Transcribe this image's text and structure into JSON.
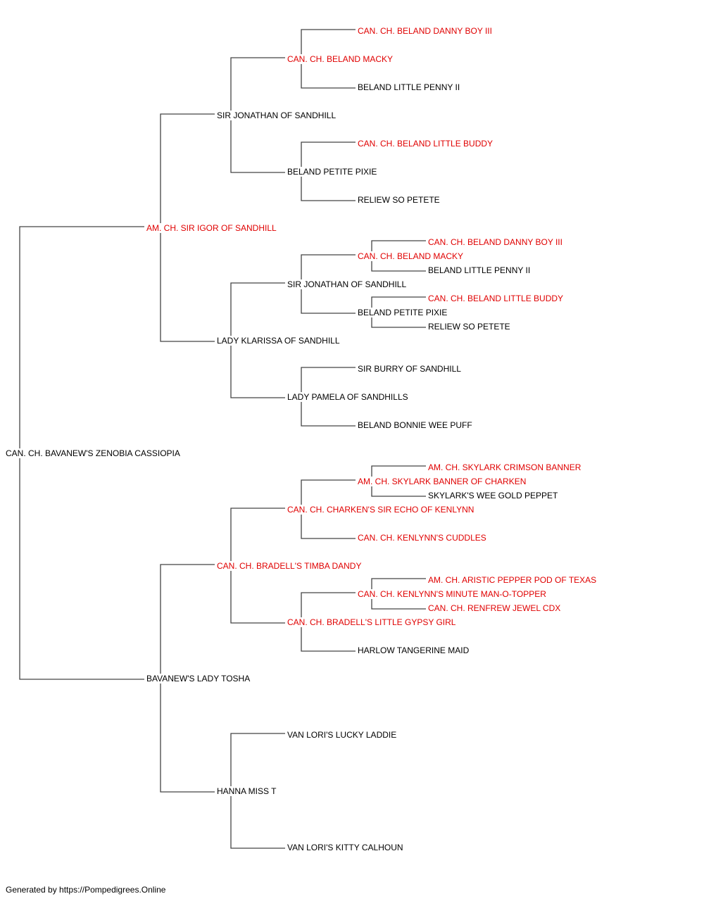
{
  "colors": {
    "champion": "#e00000",
    "normal": "#000000",
    "line": "#444444"
  },
  "pedigree": {
    "subject": {
      "name": "CAN. CH. BAVANEW'S ZENOBIA CASSIOPIA",
      "champion": false
    },
    "sire": {
      "name": "AM. CH. SIR IGOR OF SANDHILL",
      "champion": true
    },
    "dam": {
      "name": "BAVANEW'S LADY TOSHA",
      "champion": false
    },
    "ss": {
      "name": "SIR JONATHAN OF SANDHILL",
      "champion": false
    },
    "sd": {
      "name": "LADY KLARISSA OF SANDHILL",
      "champion": false
    },
    "ds": {
      "name": "CAN. CH. BRADELL'S TIMBA DANDY",
      "champion": true
    },
    "dd": {
      "name": "HANNA MISS T",
      "champion": false
    },
    "sss": {
      "name": "CAN. CH. BELAND MACKY",
      "champion": true
    },
    "ssd": {
      "name": "BELAND PETITE PIXIE",
      "champion": false
    },
    "sds": {
      "name": "SIR JONATHAN OF SANDHILL",
      "champion": false
    },
    "sdd": {
      "name": "LADY PAMELA OF SANDHILLS",
      "champion": false
    },
    "dss": {
      "name": "CAN. CH. CHARKEN'S SIR ECHO OF KENLYNN",
      "champion": true
    },
    "dsd": {
      "name": "CAN. CH. BRADELL'S LITTLE GYPSY GIRL",
      "champion": true
    },
    "dds": {
      "name": "VAN LORI'S LUCKY LADDIE",
      "champion": false
    },
    "ddd": {
      "name": "VAN LORI'S KITTY CALHOUN",
      "champion": false
    },
    "ssss": {
      "name": "CAN. CH. BELAND DANNY BOY III",
      "champion": true
    },
    "sssd": {
      "name": "BELAND LITTLE PENNY II",
      "champion": false
    },
    "ssds": {
      "name": "CAN. CH. BELAND LITTLE BUDDY",
      "champion": true
    },
    "ssdd": {
      "name": "RELIEW SO PETETE",
      "champion": false
    },
    "sdss": {
      "name": "CAN. CH. BELAND MACKY",
      "champion": true
    },
    "sdsd": {
      "name": "BELAND PETITE PIXIE",
      "champion": false
    },
    "sdds": {
      "name": "SIR BURRY OF SANDHILL",
      "champion": false
    },
    "sddd": {
      "name": "BELAND BONNIE WEE PUFF",
      "champion": false
    },
    "dsss": {
      "name": "AM. CH. SKYLARK BANNER OF CHARKEN",
      "champion": true
    },
    "dssd": {
      "name": "CAN. CH. KENLYNN'S CUDDLES",
      "champion": true
    },
    "dsds": {
      "name": "CAN. CH. KENLYNN'S MINUTE MAN-O-TOPPER",
      "champion": true
    },
    "dsdd": {
      "name": "HARLOW TANGERINE MAID",
      "champion": false
    },
    "sdsss": {
      "name": "CAN. CH. BELAND DANNY BOY III",
      "champion": true
    },
    "sdssd": {
      "name": "BELAND LITTLE PENNY II",
      "champion": false
    },
    "sdsds": {
      "name": "CAN. CH. BELAND LITTLE BUDDY",
      "champion": true
    },
    "sdsdd": {
      "name": "RELIEW SO PETETE",
      "champion": false
    },
    "dssss": {
      "name": "AM. CH. SKYLARK CRIMSON BANNER",
      "champion": true
    },
    "dsssd": {
      "name": "SKYLARK'S WEE GOLD PEPPET",
      "champion": false
    },
    "dsdss": {
      "name": "AM. CH. ARISTIC PEPPER POD OF TEXAS",
      "champion": true
    },
    "dsdsd": {
      "name": "CAN. CH. RENFREW JEWEL CDX",
      "champion": true
    }
  },
  "footer": "Generated by https://Pompedigrees.Online"
}
